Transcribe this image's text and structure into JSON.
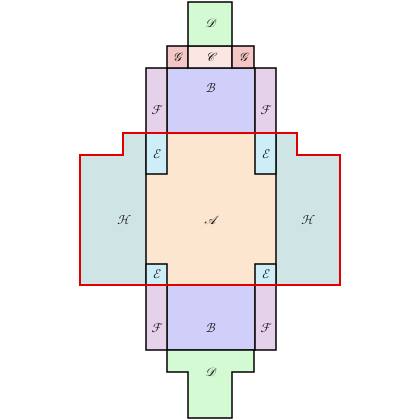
{
  "labels": {
    "A": "𝒜",
    "B": "ℬ",
    "C": "𝒞",
    "D": "𝒟",
    "E": "ℰ",
    "F": "ℱ",
    "G": "𝒢",
    "H": "ℋ"
  },
  "colors": {
    "A": "#fde6d0",
    "B": "#cfcff9",
    "C": "#fbe6e4",
    "D": "#d3fad3",
    "E": "#cdeef7",
    "F": "#e6d1eb",
    "G": "#f5c6c6",
    "H": "#cfe5e5",
    "outline": "#000000",
    "boundary": "#e00000"
  }
}
